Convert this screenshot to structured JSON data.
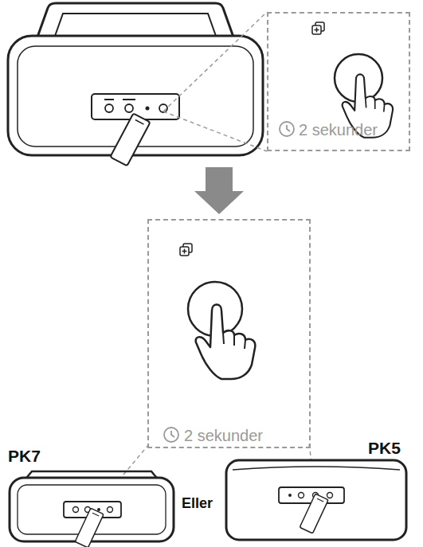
{
  "diagram": {
    "nodes": [
      {
        "text": [
          "2 sekunder"
        ]
      },
      {
        "text": [
          "2 sekunder"
        ]
      }
    ],
    "labels": [
      "PK7",
      "Eller",
      "PK5"
    ]
  }
}
